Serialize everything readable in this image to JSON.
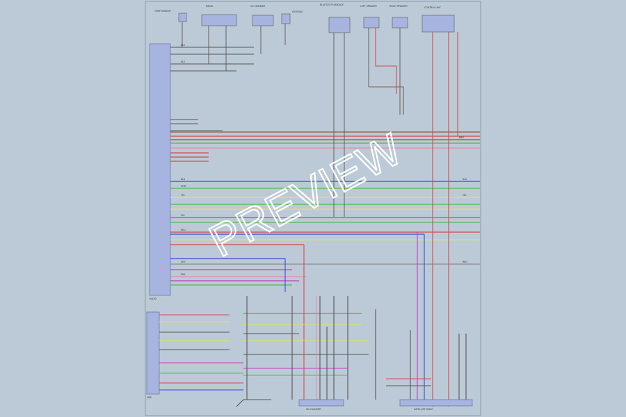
{
  "sheet": {
    "watermark": "PREVIEW"
  },
  "components": {
    "top_ant1": "TEMP SENSOR",
    "top_box1": "RADIO",
    "top_box2": "CD CHANGER",
    "top_ant2": "ANTENNA",
    "top_box3": "BLUETOOTH MODULE",
    "top_spk1": "LEFT SPEAKER",
    "top_spk2": "RIGHT SPEAKER",
    "top_box4": "CONTROL UNIT",
    "left_conn": "RADIO",
    "left_conn2": "AMP",
    "bottom_conn1": "CD CHANGER",
    "bottom_conn2": "SATELLITE RADIO"
  },
  "wire_labels": {
    "blk": "BLK",
    "red": "RED",
    "grn": "GRN",
    "yel": "YEL",
    "brn": "BRN",
    "blu": "BLU",
    "wht": "WHT",
    "vio": "VIO",
    "gry": "GRY",
    "pnk": "PNK"
  },
  "colors": {
    "background": "#bccad7",
    "frame": "#8a99a8",
    "connector_fill": "#a7b4df",
    "wire_blue": "#3a46d8",
    "wire_red": "#d8484d",
    "wire_green": "#52b84e",
    "wire_yellow": "#e4e25a",
    "wire_magenta": "#c43cc0",
    "wire_brown": "#8a5a3a",
    "wire_black": "#333333",
    "wire_gray": "#8a8a8a",
    "wire_pink": "#e88aa0"
  }
}
